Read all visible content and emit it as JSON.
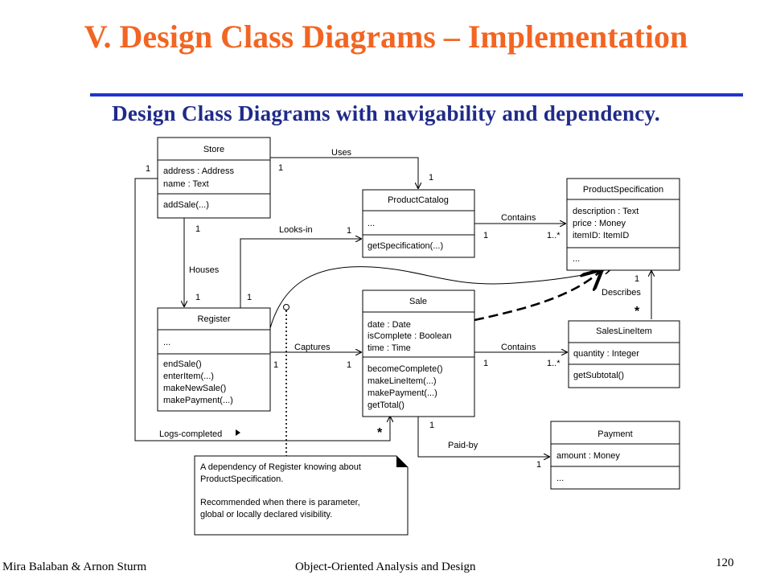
{
  "title": "V. Design Class Diagrams – Implementation",
  "subtitle": "Design Class Diagrams with navigability and dependency.",
  "classes": {
    "store": {
      "name": "Store",
      "attributes": [
        "address : Address",
        "name : Text"
      ],
      "operations": [
        "addSale(...)"
      ]
    },
    "productcatalog": {
      "name": "ProductCatalog",
      "attributes": [
        "..."
      ],
      "operations": [
        "getSpecification(...)"
      ]
    },
    "productspec": {
      "name": "ProductSpecification",
      "attributes": [
        "description : Text",
        "price : Money",
        "itemID: ItemID"
      ],
      "operations": [
        "..."
      ]
    },
    "register": {
      "name": "Register",
      "attributes": [
        "..."
      ],
      "operations": [
        "endSale()",
        "enterItem(...)",
        "makeNewSale()",
        "makePayment(...)"
      ]
    },
    "sale": {
      "name": "Sale",
      "attributes": [
        "date : Date",
        "isComplete : Boolean",
        "time : Time"
      ],
      "operations": [
        "becomeComplete()",
        "makeLineItem(...)",
        "makePayment(...)",
        "getTotal()"
      ]
    },
    "saleslineitem": {
      "name": "SalesLineItem",
      "attributes": [
        "quantity : Integer"
      ],
      "operations": [
        "getSubtotal()"
      ]
    },
    "payment": {
      "name": "Payment",
      "attributes": [
        "amount : Money"
      ],
      "operations": [
        "..."
      ]
    }
  },
  "associations": {
    "uses": {
      "label": "Uses",
      "source_mult": "1",
      "target_mult": "1"
    },
    "contains_catalog": {
      "label": "Contains",
      "source_mult": "1",
      "target_mult": "1..*"
    },
    "looks_in": {
      "label": "Looks-in",
      "source_mult": "1",
      "target_mult": "1"
    },
    "houses": {
      "label": "Houses",
      "source_mult": "1",
      "target_mult": "1"
    },
    "describes": {
      "label": "Describes",
      "source_mult": "*",
      "target_mult": "1"
    },
    "captures": {
      "label": "Captures",
      "source_mult": "1",
      "target_mult": "1"
    },
    "contains_sale": {
      "label": "Contains",
      "source_mult": "1",
      "target_mult": "1..*"
    },
    "logs_completed": {
      "label": "Logs-completed",
      "source_mult": "1",
      "target_mult": "*"
    },
    "paid_by": {
      "label": "Paid-by",
      "source_mult": "1",
      "target_mult": "1"
    }
  },
  "note": {
    "lines": [
      "A dependency of Register knowing about",
      "ProductSpecification.",
      "",
      "Recommended when there is parameter,",
      "global or locally declared visibility."
    ]
  },
  "footer": {
    "authors": "Mira Balaban  &  Arnon Sturm",
    "course": "Object-Oriented Analysis and Design",
    "page": "120"
  }
}
